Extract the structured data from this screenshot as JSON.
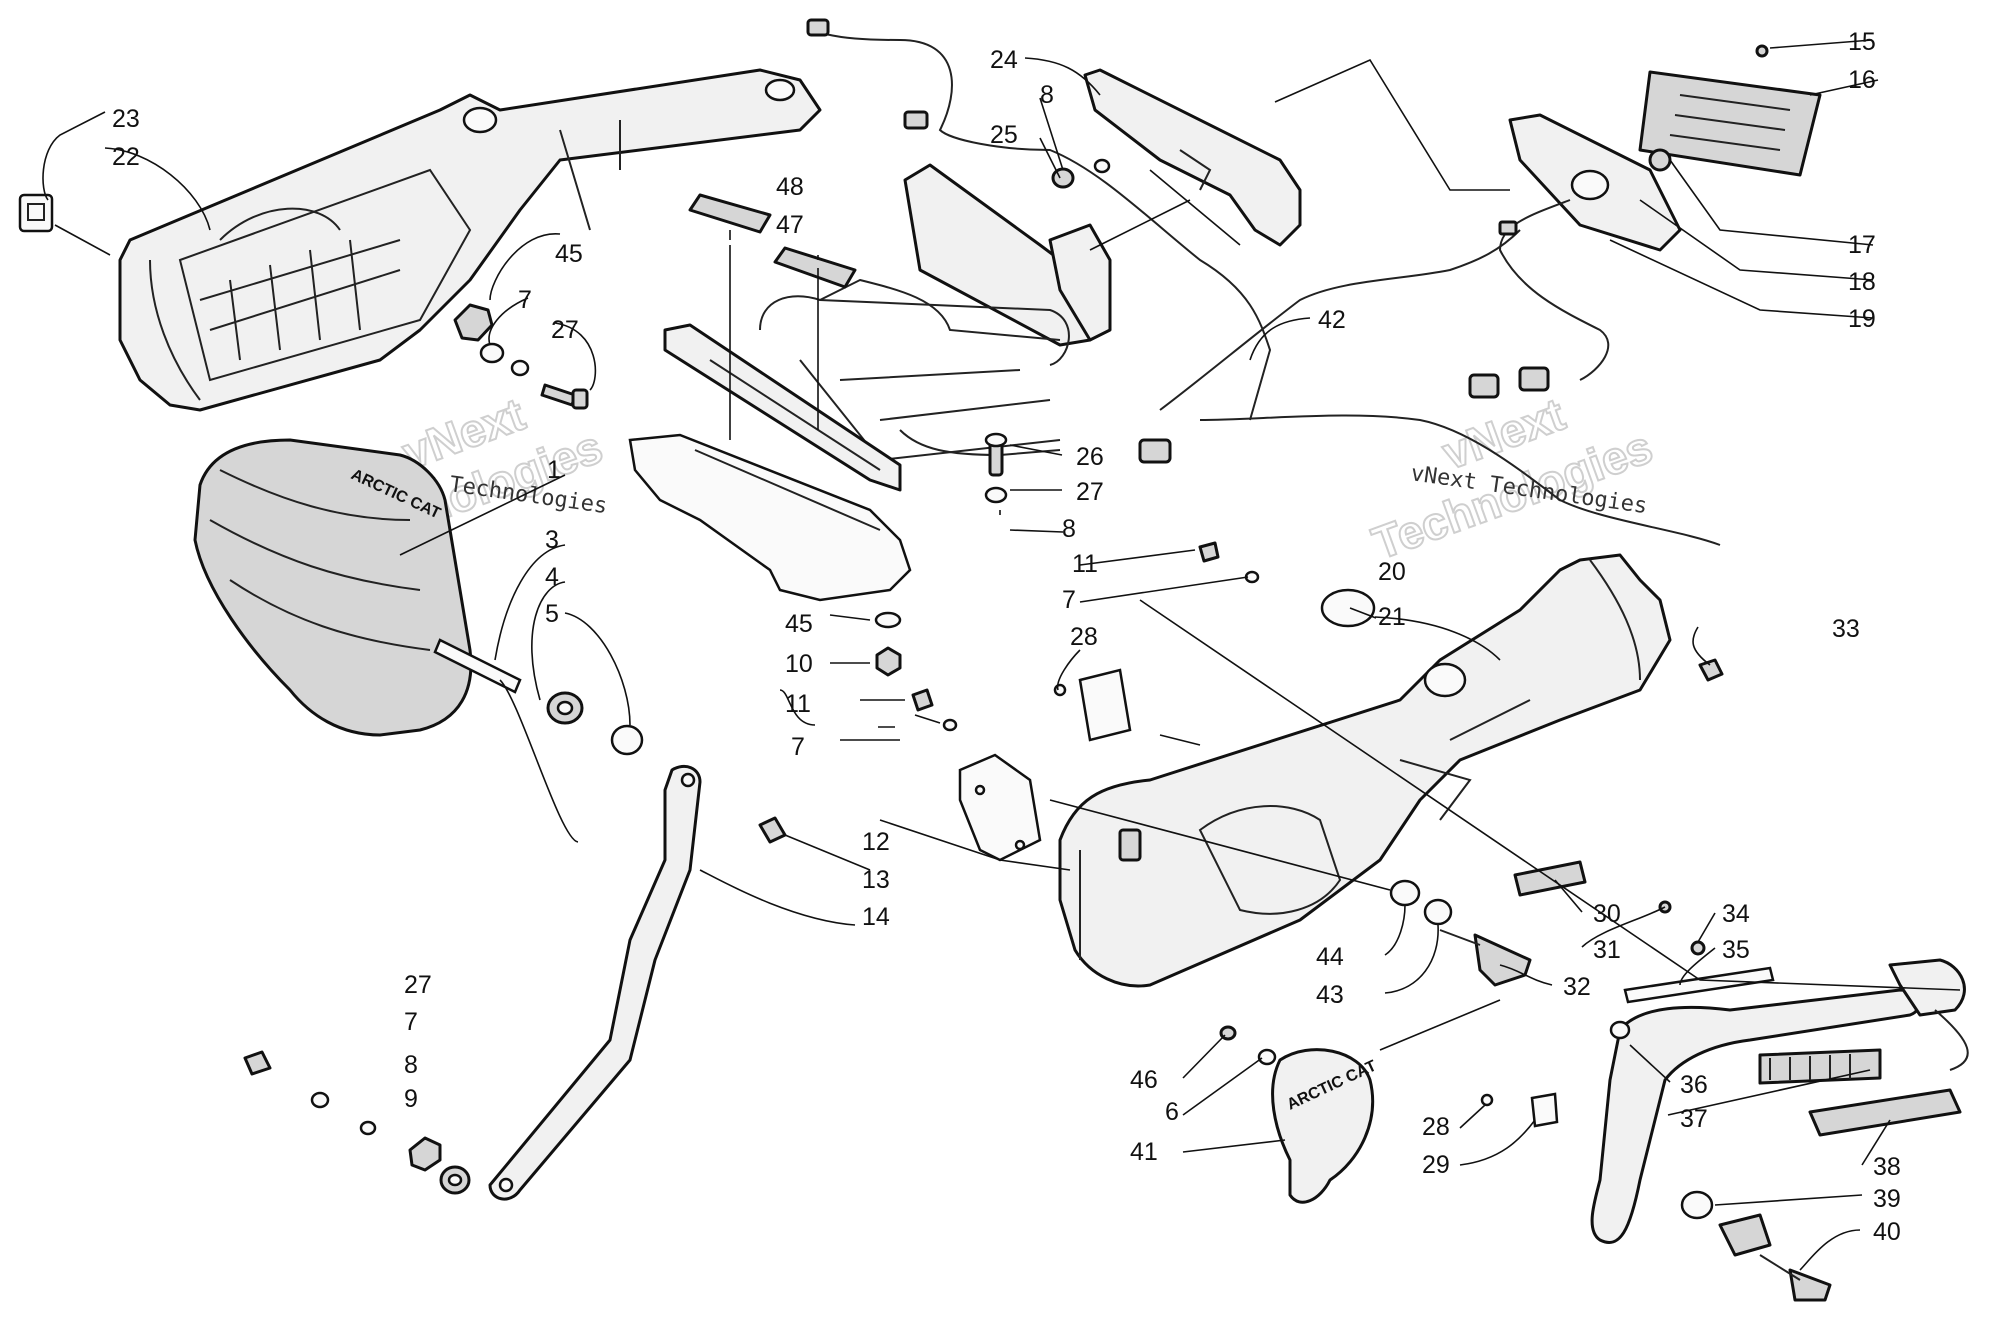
{
  "diagram": {
    "callout_labels": [
      "1",
      "3",
      "4",
      "5",
      "6",
      "7",
      "7",
      "7",
      "7",
      "7",
      "8",
      "8",
      "8",
      "9",
      "10",
      "11",
      "11",
      "12",
      "13",
      "14",
      "15",
      "16",
      "17",
      "18",
      "19",
      "20",
      "21",
      "22",
      "23",
      "24",
      "25",
      "26",
      "27",
      "27",
      "27",
      "28",
      "28",
      "29",
      "30",
      "31",
      "32",
      "33",
      "34",
      "35",
      "36",
      "37",
      "38",
      "39",
      "40",
      "41",
      "42",
      "43",
      "44",
      "45",
      "45",
      "46",
      "47",
      "48"
    ],
    "watermark": {
      "text": "vNext Technologies",
      "brand_word": "vNext",
      "suffix_word": "Technologies"
    },
    "emblem_text": "ARCTIC CAT",
    "colors": {
      "ink": "#111111",
      "part_fill": "#f1f1f1",
      "shade": "#d6d6d6",
      "watermark": "#cfcfcf"
    }
  }
}
